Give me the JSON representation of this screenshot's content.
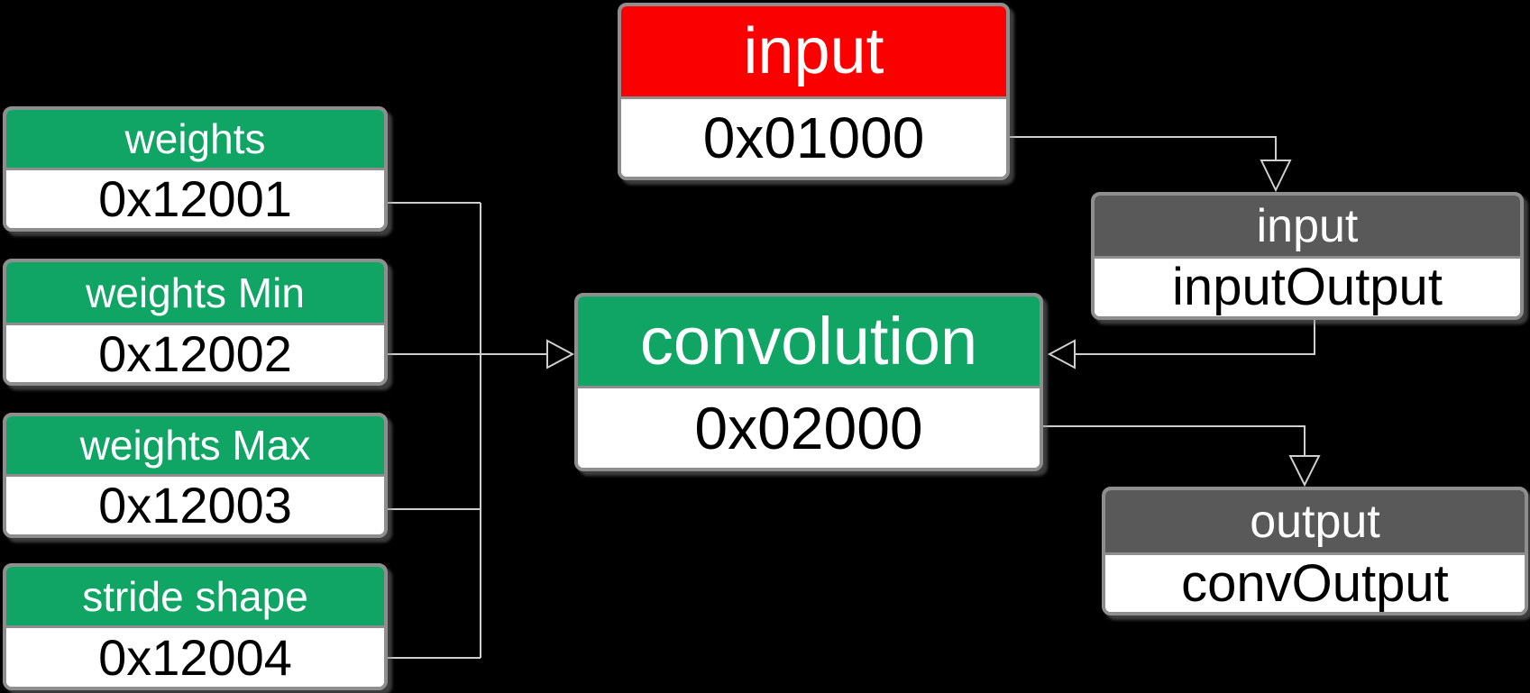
{
  "colors": {
    "background": "#000000",
    "green": "#10A564",
    "red": "#FB0000",
    "dark_gray": "#595959",
    "box_border": "#8E8E8E",
    "body_bg": "#FFFFFF",
    "header_text": "#FFFFFF",
    "body_text": "#000000",
    "connector": "#CFCFCF"
  },
  "diagram": {
    "parameters": [
      {
        "title": "weights",
        "value": "0x12001"
      },
      {
        "title": "weights Min",
        "value": "0x12002"
      },
      {
        "title": "weights Max",
        "value": "0x12003"
      },
      {
        "title": "stride shape",
        "value": "0x12004"
      }
    ],
    "input_node": {
      "title": "input",
      "value": "0x01000"
    },
    "operation_node": {
      "title": "convolution",
      "value": "0x02000"
    },
    "memory_nodes": [
      {
        "title": "input",
        "value": "inputOutput"
      },
      {
        "title": "output",
        "value": "convOutput"
      }
    ]
  }
}
